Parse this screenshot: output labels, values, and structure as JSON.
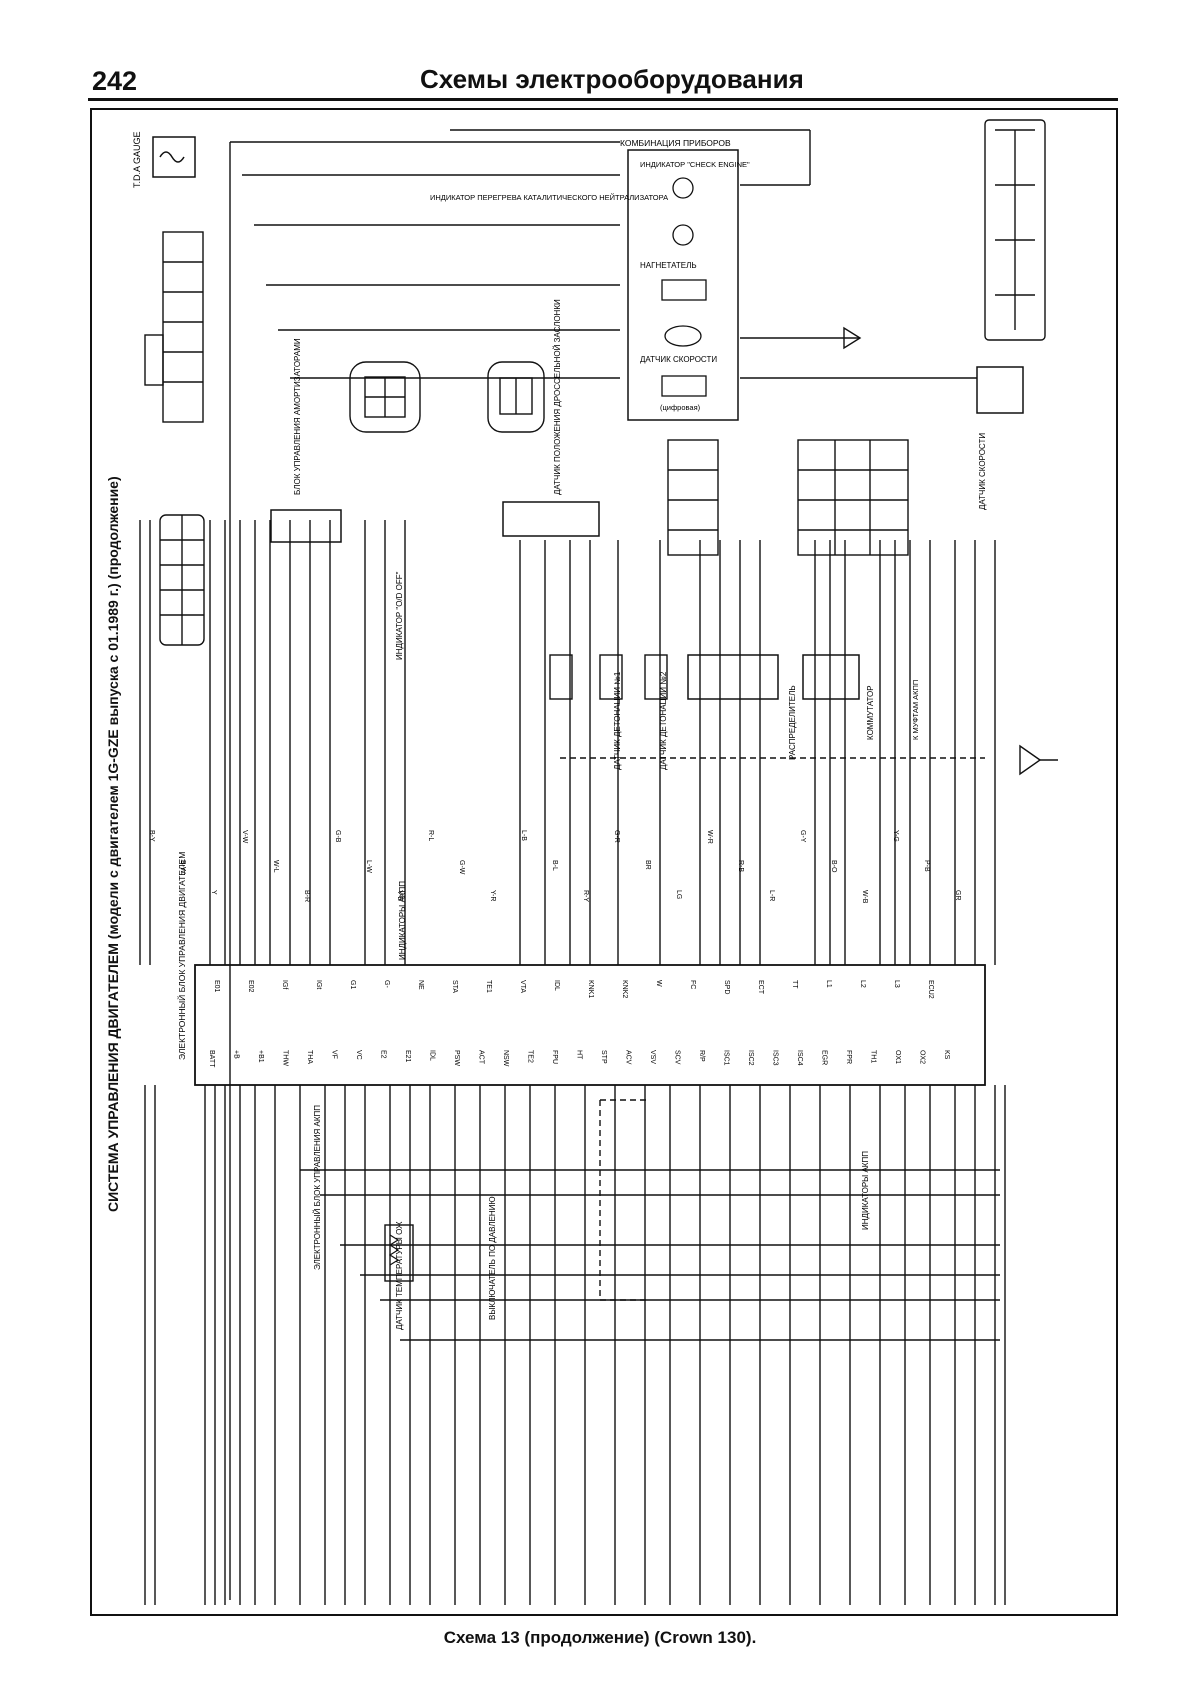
{
  "header": {
    "page_number": "242",
    "title": "Схемы электрооборудования"
  },
  "side_title": "СИСТЕМА УПРАВЛЕНИЯ ДВИГАТЕЛЕМ (модели с двигателем 1G-GZE выпуска с 01.1989 г.) (продолжение)",
  "caption": "Схема 13 (продолжение) (Crown 130).",
  "labels": {
    "tda_gauge": "T.D.A GAUGE",
    "instrument_cluster": "КОМБИНАЦИЯ ПРИБОРОВ",
    "check_engine": "ИНДИКАТОР \"CHECK ENGINE\"",
    "catalyst_overheat": "ИНДИКАТОР ПЕРЕГРЕВА КАТАЛИТИЧЕСКОГО НЕЙТРАЛИЗАТОРА",
    "supercharger": "НАГНЕТАТЕЛЬ",
    "speed_sensor_inner": "ДАТЧИК СКОРОСТИ",
    "digital": "(цифровая)",
    "speed_sensor": "ДАТЧИК СКОРОСТИ",
    "at_control_unit": "БЛОК УПРАВЛЕНИЯ АМОРТИЗАТОРАМИ",
    "throttle_sensor": "ДАТЧИК ПОЛОЖЕНИЯ ДРОССЕЛЬНОЙ ЗАСЛОНКИ",
    "distributor": "РАСПРЕДЕЛИТЕЛЬ",
    "commutator": "КОММУТАТОР",
    "knock1": "ДАТЧИК ДЕТОНАЦИИ №1",
    "knock2": "ДАТЧИК ДЕТОНАЦИИ №2",
    "ecu": "ЭЛЕКТРОННЫЙ БЛОК УПРАВЛЕНИЯ ДВИГАТЕЛЕМ",
    "od_indicator": "ИНДИКАТОР \"O/D OFF\"",
    "at_indicators": "ИНДИКАТОРЫ АКПП",
    "ecu_at": "ЭЛЕКТРОННЫЙ БЛОК УПРАВЛЕНИЯ АКПП",
    "thermo_sensor": "ДАТЧИК ТЕМПЕРАТУРЫ ОЖ",
    "pressure_switch": "ВЫКЛЮЧАТЕЛЬ ПО ДАВЛЕНИЮ",
    "at_indicators2": "ИНДИКАТОРЫ АКПП",
    "to_at": "К МУФТАМ АКПП"
  },
  "ecu_pins_top": [
    "E01",
    "E02",
    "IGf",
    "IGt",
    "G1",
    "G-",
    "NE",
    "STA",
    "TE1",
    "VTA",
    "IDL",
    "KNK1",
    "KNK2",
    "W",
    "FC",
    "SPD",
    "ECT",
    "TT",
    "L1",
    "L2",
    "L3",
    "ECU2"
  ],
  "ecu_pins_bottom": [
    "BATT",
    "+B",
    "+B1",
    "THW",
    "THA",
    "VF",
    "VC",
    "E2",
    "E21",
    "IDL",
    "PSW",
    "ACT",
    "NSW",
    "TE2",
    "FPU",
    "HT",
    "STP",
    "ACV",
    "VSV",
    "SCV",
    "R/P",
    "ISC1",
    "ISC2",
    "ISC3",
    "ISC4",
    "EGR",
    "FPR",
    "TH1",
    "OX1",
    "OX2",
    "KS"
  ],
  "wire_codes": [
    "B-Y",
    "B-W",
    "Y",
    "V-W",
    "W-L",
    "B-R",
    "G-B",
    "L-W",
    "Y-B",
    "R-L",
    "G-W",
    "Y-R",
    "L-B",
    "B-L",
    "R-Y",
    "G-R",
    "BR",
    "LG",
    "W-R",
    "R-B",
    "L-R",
    "G-Y",
    "B-O",
    "W-B",
    "Y-G",
    "P-B",
    "GR"
  ]
}
